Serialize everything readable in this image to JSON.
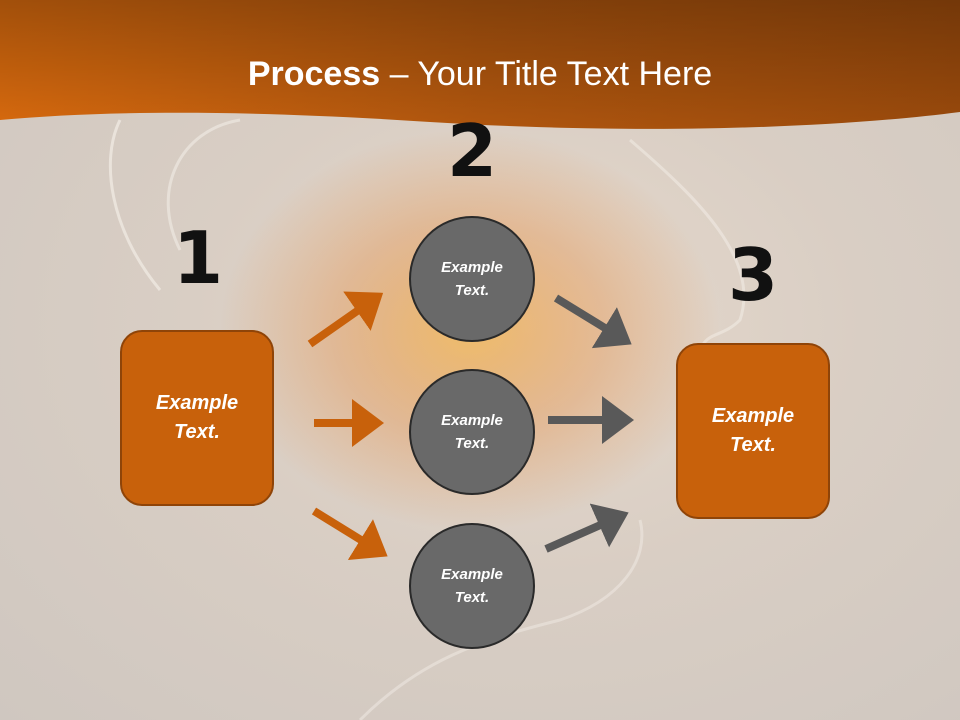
{
  "title": {
    "bold": "Process",
    "separator": " – ",
    "rest": "Your Title Text Here"
  },
  "steps": {
    "one": {
      "number": "1",
      "line1": "Example",
      "line2": "Text."
    },
    "two": {
      "number": "2",
      "items": [
        {
          "line1": "Example",
          "line2": "Text."
        },
        {
          "line1": "Example",
          "line2": "Text."
        },
        {
          "line1": "Example",
          "line2": "Text."
        }
      ]
    },
    "three": {
      "number": "3",
      "line1": "Example",
      "line2": "Text."
    }
  },
  "colors": {
    "header": "#c8610b",
    "box": "#c8610b",
    "circle": "#696969",
    "arrow_in": "#c8610b",
    "arrow_out": "#595959"
  }
}
